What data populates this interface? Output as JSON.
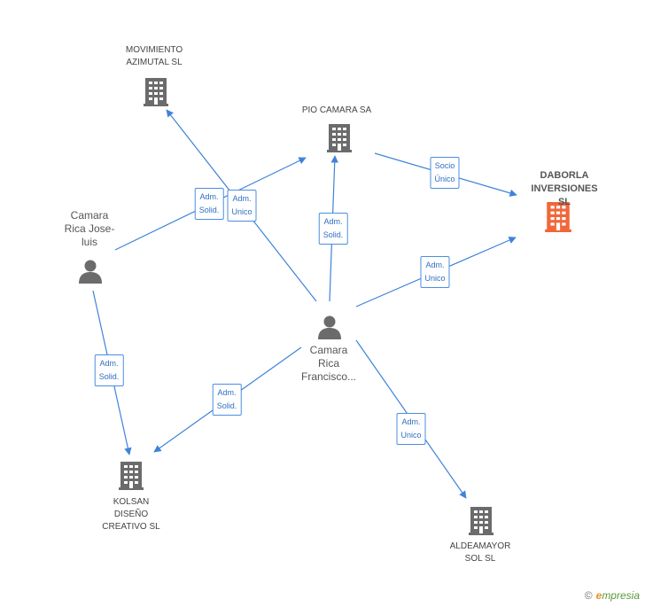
{
  "nodes": {
    "movimiento": {
      "label": "MOVIMIENTO\nAZIMUTAL SL",
      "kind": "company"
    },
    "pio": {
      "label": "PIO CAMARA SA",
      "kind": "company"
    },
    "daborla": {
      "label": "DABORLA\nINVERSIONES SL",
      "kind": "focus"
    },
    "jose": {
      "label": "Camara\nRica Jose-\nluis",
      "kind": "person"
    },
    "francisco": {
      "label": "Camara\nRica\nFrancisco...",
      "kind": "person"
    },
    "kolsan": {
      "label": "KOLSAN\nDISEÑO\nCREATIVO SL",
      "kind": "company"
    },
    "aldea": {
      "label": "ALDEAMAYOR\nSOL SL",
      "kind": "company"
    }
  },
  "edges": [
    {
      "id": "jose-pio",
      "label": "Adm.\nSolid."
    },
    {
      "id": "francisco-mov",
      "label": "Adm.\nUnico"
    },
    {
      "id": "francisco-pio",
      "label": "Adm.\nSolid."
    },
    {
      "id": "pio-daborla",
      "label": "Socio\nÚnico"
    },
    {
      "id": "francisco-daborla",
      "label": "Adm.\nUnico"
    },
    {
      "id": "jose-kolsan",
      "label": "Adm.\nSolid."
    },
    {
      "id": "francisco-kolsan",
      "label": "Adm.\nSolid."
    },
    {
      "id": "francisco-aldea",
      "label": "Adm.\nUnico"
    }
  ],
  "colors": {
    "edge": "#3f83d8",
    "company_icon": "#6b6b6b",
    "focus_icon": "#f0673a",
    "person_icon": "#6b6b6b"
  },
  "footer": {
    "copyright": "©",
    "brand_initial": "e",
    "brand_rest": "mpresia"
  }
}
